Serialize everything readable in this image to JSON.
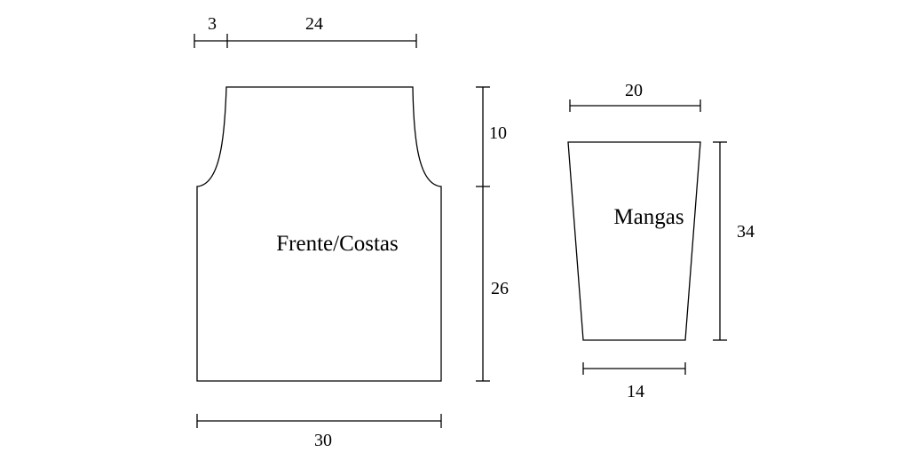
{
  "pieces": {
    "body": {
      "label": "Frente/Costas",
      "dimensions": {
        "shoulder_offset": "3",
        "neck_width": "24",
        "armhole_height": "10",
        "body_height": "26",
        "width": "30"
      }
    },
    "sleeve": {
      "label": "Mangas",
      "dimensions": {
        "top_width": "20",
        "length": "34",
        "bottom_width": "14"
      }
    }
  },
  "colors": {
    "line": "#000000",
    "background": "#ffffff"
  }
}
